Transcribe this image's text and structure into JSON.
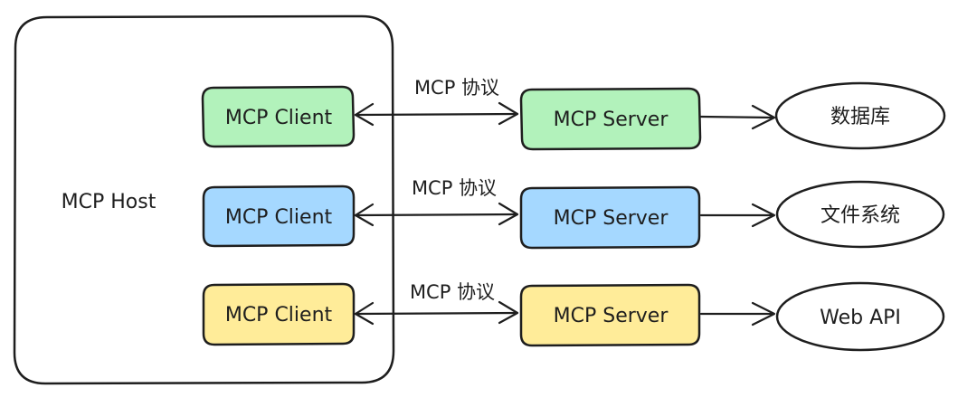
{
  "host": {
    "label": "MCP Host"
  },
  "rows": [
    {
      "client_label": "MCP Client",
      "protocol_label": "MCP 协议",
      "server_label": "MCP Server",
      "resource_label": "数据库",
      "fill": "#b2f2bb"
    },
    {
      "client_label": "MCP Client",
      "protocol_label": "MCP 协议",
      "server_label": "MCP Server",
      "resource_label": "文件系统",
      "fill": "#a5d8ff"
    },
    {
      "client_label": "MCP Client",
      "protocol_label": "MCP 协议",
      "server_label": "MCP Server",
      "resource_label": "Web API",
      "fill": "#ffec99"
    }
  ],
  "colors": {
    "stroke": "#1e1e1e",
    "background": "#ffffff"
  }
}
